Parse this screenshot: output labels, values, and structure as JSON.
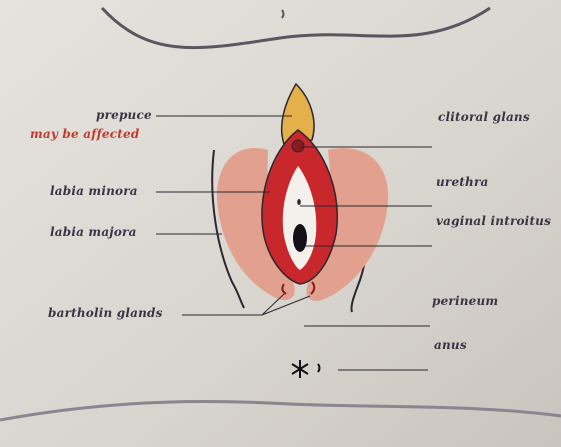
{
  "labels": {
    "prepuce": "prepuce",
    "may_be_affected": "may be affected",
    "labia_minora": "labia minora",
    "labia_majora": "labia majora",
    "bartholin_glands": "bartholin glands",
    "clitoral_glans": "clitoral glans",
    "urethra": "urethra",
    "vaginal_introitus": "vaginal introitus",
    "perineum": "perineum",
    "anus": "anus"
  },
  "colors": {
    "paper": "#d9d5cf",
    "label_text": "#3a3346",
    "affected_text": "#c0392b",
    "labia_majora_fill": "#e2a08e",
    "labia_minora_fill": "#c8282b",
    "prepuce_fill": "#e3b04a"
  }
}
